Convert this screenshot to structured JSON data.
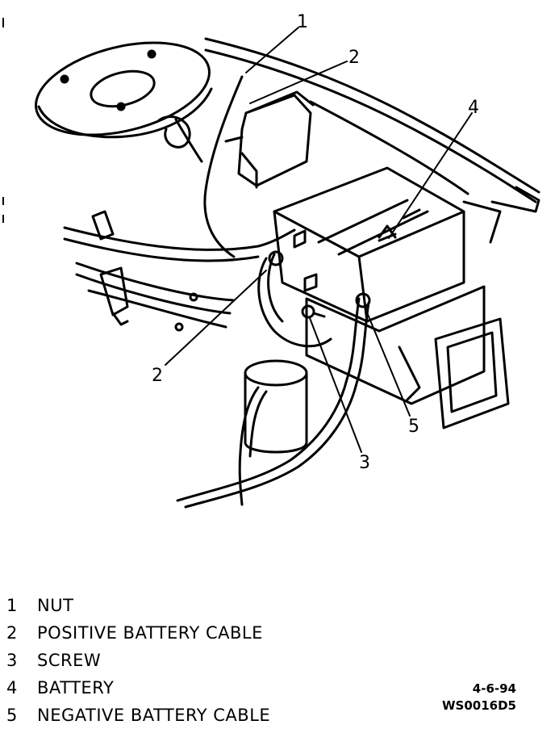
{
  "callouts": [
    "1",
    "2",
    "2",
    "3",
    "4",
    "5"
  ],
  "legend": [
    {
      "num": "1",
      "label": "NUT"
    },
    {
      "num": "2",
      "label": "POSITIVE BATTERY CABLE"
    },
    {
      "num": "3",
      "label": "SCREW"
    },
    {
      "num": "4",
      "label": "BATTERY"
    },
    {
      "num": "5",
      "label": "NEGATIVE BATTERY CABLE"
    }
  ],
  "date_code": "4-6-94",
  "figure_code": "WS0016D5"
}
